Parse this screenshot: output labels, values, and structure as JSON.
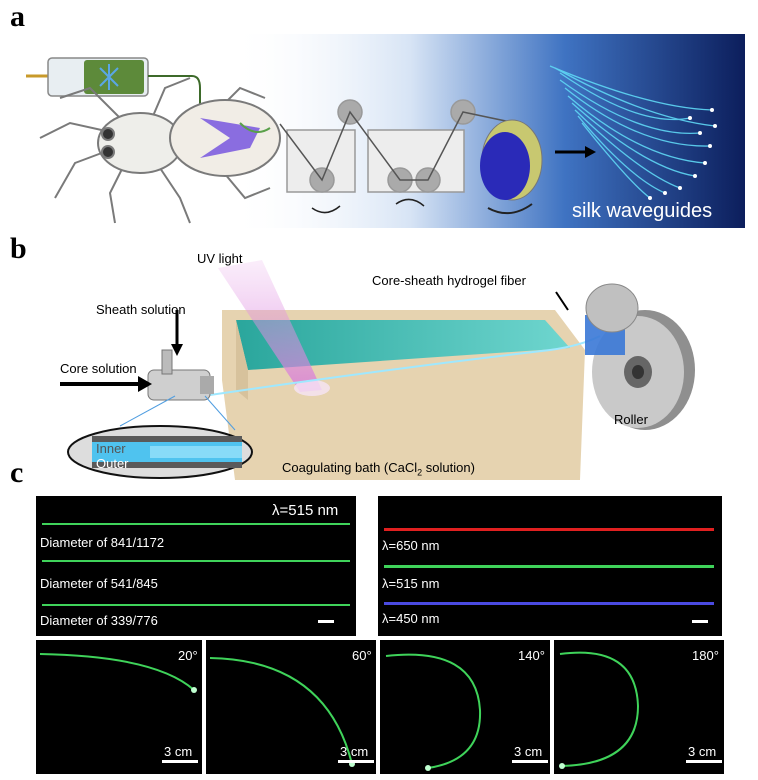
{
  "figure": {
    "panel_a": {
      "letter": "a",
      "label": "silk waveguides"
    },
    "panel_b": {
      "letter": "b",
      "uv_light": "UV light",
      "sheath_solution": "Sheath solution",
      "core_solution": "Core solution",
      "inner": "Inner",
      "outer": "Outer",
      "fiber": "Core-sheath hydrogel fiber",
      "roller": "Roller",
      "bath_prefix": "Coagulating bath (CaCl",
      "bath_subscript": "2",
      "bath_suffix": " solution)"
    },
    "panel_c": {
      "letter": "c",
      "left_panel": {
        "wavelength": "λ=515 nm",
        "diameters": [
          "Diameter of 841/1172",
          "Diameter of 541/845",
          "Diameter of 339/776"
        ]
      },
      "right_panel": {
        "wavelengths": [
          "λ=650 nm",
          "λ=515 nm",
          "λ=450 nm"
        ],
        "colors": [
          "#e02020",
          "#3fd35a",
          "#4a4ae0"
        ]
      },
      "bending": [
        {
          "angle": "20°",
          "scale": "3 cm"
        },
        {
          "angle": "60°",
          "scale": "3 cm"
        },
        {
          "angle": "140°",
          "scale": "3 cm"
        },
        {
          "angle": "180°",
          "scale": "3 cm"
        }
      ],
      "fiber_color": "#3fd35a"
    }
  }
}
